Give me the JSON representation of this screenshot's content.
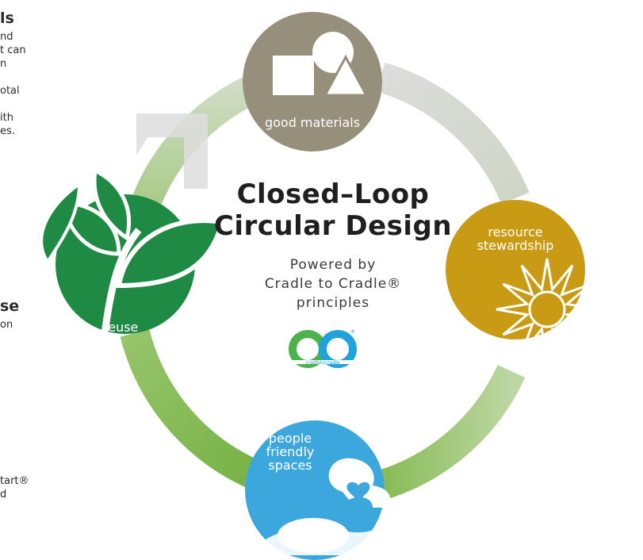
{
  "side_text": {
    "block1": {
      "heading": "ls",
      "lines": [
        "nd",
        "t can",
        "n",
        "",
        "otal",
        "",
        "ith",
        "es."
      ]
    },
    "block2": {
      "heading": "se",
      "lines": [
        "on"
      ]
    },
    "block3": {
      "lines": [
        "tart®",
        "d"
      ]
    }
  },
  "hub": {
    "title_line1": "Closed–Loop",
    "title_line2": "Circular Design",
    "subtitle_line1": "Powered by",
    "subtitle_line2": "Cradle to Cradle®",
    "subtitle_line3": "principles",
    "logo_caption": "cradletocradle"
  },
  "nodes": {
    "good_materials": {
      "label": "good materials",
      "color": "#958f7b",
      "icon": "shapes-icon"
    },
    "resource_stewardship": {
      "label_line1": "resource",
      "label_line2": "stewardship",
      "color": "#c99a14",
      "icon": "sun-icon"
    },
    "people_friendly_spaces": {
      "label_line1": "people",
      "label_line2": "friendly",
      "label_line3": "spaces",
      "color": "#3ba7dc",
      "icon": "people-heart-icon"
    },
    "reuse": {
      "label": "reuse",
      "color": "#1f8a43",
      "icon": "plant-icon"
    }
  },
  "colors": {
    "ring_top_left": "#cfdcc2",
    "ring_right": "#d8dcd6",
    "ring_green": "#7cb544",
    "logo_green": "#4ab34a",
    "logo_blue": "#21a3d9"
  }
}
